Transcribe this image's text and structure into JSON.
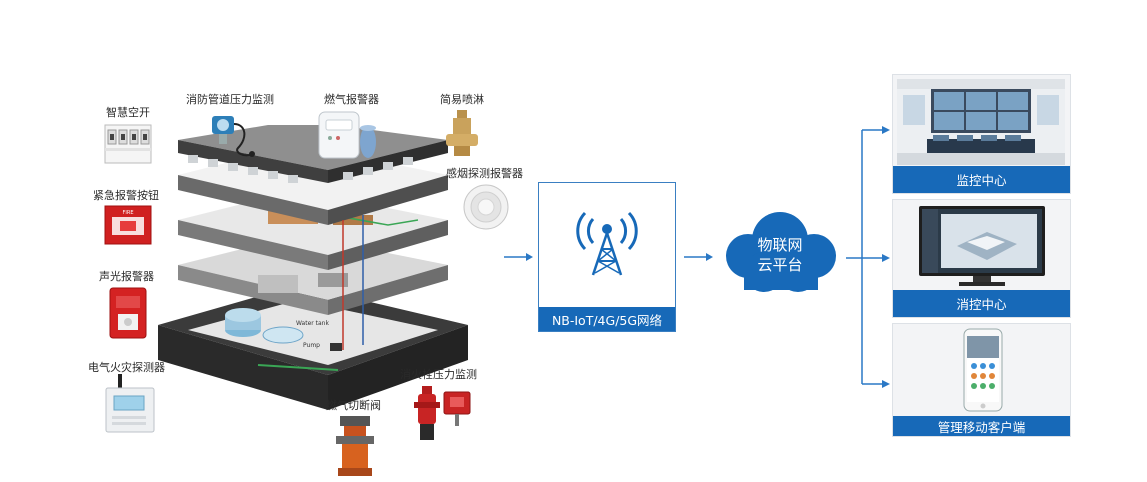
{
  "devices": {
    "smart_switch": "智慧空开",
    "pipe_pressure": "消防管道压力监测",
    "gas_alarm": "燃气报警器",
    "sprinkler": "简易喷淋",
    "smoke_detector": "感烟探测报警器",
    "emergency_button": "紧急报警按钮",
    "sound_light_alarm": "声光报警器",
    "electrical_fire": "电气火灾探测器",
    "hydrant_pressure": "消火栓压力监测",
    "gas_valve": "燃气切断阀"
  },
  "building": {
    "water_tank": "Water tank",
    "pump": "Pump"
  },
  "network": {
    "label": "NB-IoT/4G/5G网络"
  },
  "cloud": {
    "line1": "物联网",
    "line2": "云平台"
  },
  "endpoints": {
    "monitor_center": "监控中心",
    "fire_control_center": "消控中心",
    "mobile_client": "管理移动客户端"
  },
  "device_badges": {
    "fire": "FIRE"
  },
  "colors": {
    "accent_blue": "#1769b8",
    "cloud_blue": "#1769b8",
    "arrow_blue": "#2a78c5"
  }
}
